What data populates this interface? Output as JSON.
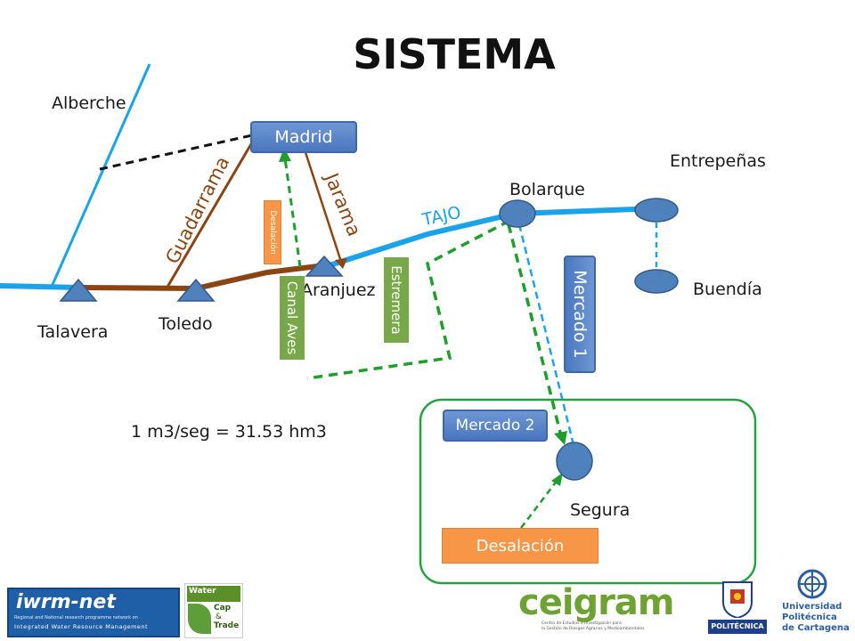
{
  "title": "SISTEMA",
  "nodes": {
    "alberche": "Alberche",
    "madrid": "Madrid",
    "entrepenas": "Entrepeñas",
    "bolarque": "Bolarque",
    "buendia": "Buendía",
    "talavera": "Talavera",
    "toledo": "Toledo",
    "aranjuez": "Aranjuez",
    "segura": "Segura"
  },
  "rivers": {
    "guadarrama": "Guadarrama",
    "jarama": "Jarama",
    "tajo": "TAJO"
  },
  "canals": {
    "canal_aves": "Canal Aves",
    "estremera": "Estremera",
    "desalacion_small": "Desalación"
  },
  "markets": {
    "mercado1": "Mercado 1",
    "mercado2": "Mercado 2",
    "desalacion": "Desalación"
  },
  "conversion_note": "1 m3/seg = 31.53 hm3",
  "logos": {
    "iwrm": {
      "name": "iwrm-net",
      "tagline": "Regional and National research programme network on",
      "subtitle": "Integrated Water Resource Management"
    },
    "water_cap_trade": {
      "line1": "Water",
      "line2": "Cap",
      "line3": "&",
      "line4": "Trade"
    },
    "ceigram": {
      "name": "ceigram",
      "subtitle1": "Centro de Estudios e Investigación para",
      "subtitle2": "la Gestión de Riesgos Agrarios y Medioambientales"
    },
    "politecnica": "POLITÉCNICA",
    "upct": {
      "line1": "Universidad",
      "line2": "Politécnica",
      "line3": "de Cartagena"
    }
  },
  "colors": {
    "river_blue": "#1aa3e8",
    "river_brown": "#8b4513",
    "transfer_green": "#1e9e2c",
    "node_blue": "#4f81bd",
    "box_blue": "#4a77bf",
    "box_green": "#79a84b",
    "box_orange": "#f79646"
  }
}
